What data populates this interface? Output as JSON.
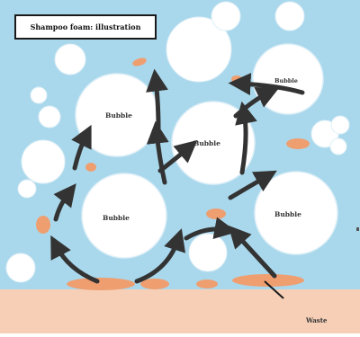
{
  "diagram": {
    "title": "Shampoo foam: illustration",
    "bubble_label": "Bubble",
    "waste_label": "Waste",
    "colors": {
      "water": "#a9d8ec",
      "bubble_fill": "#ffffff",
      "bubble_stroke": "#dfeff7",
      "dirt": "#ef9e70",
      "scalp": "#f6cfb6",
      "arrow": "#333333",
      "outline": "#1a1a1a"
    }
  }
}
